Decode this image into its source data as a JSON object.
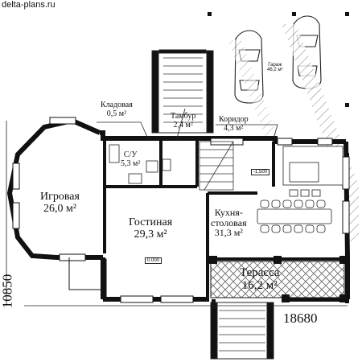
{
  "site": "delta-plans.ru",
  "rooms": {
    "kladovaya": {
      "name": "Кладовая",
      "area": "0,5 м²"
    },
    "tambur": {
      "name": "Тамбур",
      "area": "2,4 м²"
    },
    "koridor": {
      "name": "Коридор",
      "area": "4,3 м²"
    },
    "garazh": {
      "name": "Гараж",
      "area": "46,2 м²"
    },
    "su": {
      "name": "С/У",
      "area": "5,3 м²"
    },
    "igrovaya": {
      "name": "Игровая",
      "area": "26,0 м²"
    },
    "gostinaya": {
      "name": "Гостиная",
      "area": "29,3 м²"
    },
    "kukhnya": {
      "name_1": "Кухня-",
      "name_2": "столовая",
      "area": "31,3 м²"
    },
    "terassa": {
      "name": "Терасса",
      "area": "16,2 м²"
    }
  },
  "levels": {
    "main": "0.000",
    "low": "-1.500"
  },
  "dimensions": {
    "height": "10850",
    "width": "18680"
  },
  "colors": {
    "wall": "#111111",
    "hatch": "#555555",
    "line": "#333333"
  }
}
